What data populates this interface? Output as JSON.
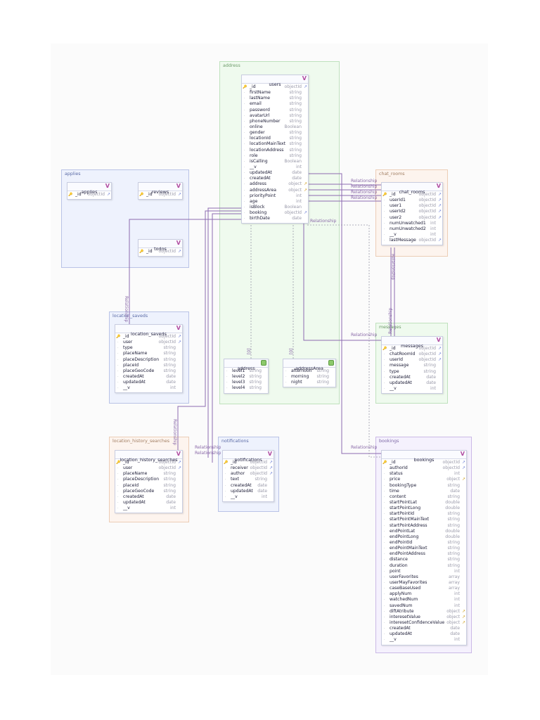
{
  "groups": {
    "address": "address",
    "applies": "applies",
    "chat_rooms": "chat_rooms",
    "location_saveds": "location_saveds",
    "messages": "messages",
    "location_history_searches": "location_history_searches",
    "notifications": "notifications",
    "bookings": "bookings"
  },
  "relationship_label": "Relationship",
  "array_label": "[0]",
  "entities": {
    "users": {
      "title": "users",
      "fields": [
        {
          "name": "_id",
          "type": "objectId"
        },
        {
          "name": "firstName",
          "type": "string"
        },
        {
          "name": "lastName",
          "type": "string"
        },
        {
          "name": "email",
          "type": "string"
        },
        {
          "name": "password",
          "type": "string"
        },
        {
          "name": "avatarUrl",
          "type": "string"
        },
        {
          "name": "phoneNumber",
          "type": "string"
        },
        {
          "name": "online",
          "type": "Boolean"
        },
        {
          "name": "gender",
          "type": "string"
        },
        {
          "name": "locationId",
          "type": "string"
        },
        {
          "name": "locationMainText",
          "type": "string"
        },
        {
          "name": "locationAddress",
          "type": "string"
        },
        {
          "name": "role",
          "type": "string"
        },
        {
          "name": "isCalling",
          "type": "Boolean"
        },
        {
          "name": "__v",
          "type": "int"
        },
        {
          "name": "updatedAt",
          "type": "date"
        },
        {
          "name": "createdAt",
          "type": "date"
        },
        {
          "name": "address",
          "type": "object"
        },
        {
          "name": "addressArea",
          "type": "object"
        },
        {
          "name": "priorityPoint",
          "type": "int"
        },
        {
          "name": "age",
          "type": "int"
        },
        {
          "name": "isBlock",
          "type": "Boolean"
        },
        {
          "name": "booking",
          "type": "objectId"
        },
        {
          "name": "birthDate",
          "type": "date"
        }
      ]
    },
    "applies": {
      "title": "applies",
      "fields": [
        {
          "name": "_id",
          "type": "objectId"
        }
      ]
    },
    "reviews": {
      "title": "reviews",
      "fields": [
        {
          "name": "_id",
          "type": "objectId"
        }
      ]
    },
    "todos": {
      "title": "todos",
      "fields": [
        {
          "name": "_id",
          "type": "objectId"
        }
      ]
    },
    "chat_rooms": {
      "title": "chat_rooms",
      "fields": [
        {
          "name": "_id",
          "type": "objectId"
        },
        {
          "name": "userId1",
          "type": "objectId"
        },
        {
          "name": "user1",
          "type": "objectId"
        },
        {
          "name": "userId2",
          "type": "objectId"
        },
        {
          "name": "user2",
          "type": "objectId"
        },
        {
          "name": "numUnwatched1",
          "type": "int"
        },
        {
          "name": "numUnwatched2",
          "type": "int"
        },
        {
          "name": "__v",
          "type": "int"
        },
        {
          "name": "lastMessage",
          "type": "objectId"
        }
      ]
    },
    "location_saveds": {
      "title": "location_saveds",
      "fields": [
        {
          "name": "_id",
          "type": "objectId"
        },
        {
          "name": "user",
          "type": "objectId"
        },
        {
          "name": "type",
          "type": "string"
        },
        {
          "name": "placeName",
          "type": "string"
        },
        {
          "name": "placeDescription",
          "type": "string"
        },
        {
          "name": "placeId",
          "type": "string"
        },
        {
          "name": "placeGeoCode",
          "type": "string"
        },
        {
          "name": "createdAt",
          "type": "date"
        },
        {
          "name": "updatedAt",
          "type": "date"
        },
        {
          "name": "__v",
          "type": "int"
        }
      ]
    },
    "address": {
      "title": "address",
      "fields": [
        {
          "name": "level1",
          "type": "string"
        },
        {
          "name": "level2",
          "type": "string"
        },
        {
          "name": "level3",
          "type": "string"
        },
        {
          "name": "level4",
          "type": "string"
        }
      ]
    },
    "addressArea": {
      "title": "addressArea",
      "fields": [
        {
          "name": "afternoon",
          "type": "string"
        },
        {
          "name": "morning",
          "type": "string"
        },
        {
          "name": "night",
          "type": "string"
        }
      ]
    },
    "messages": {
      "title": "messages",
      "fields": [
        {
          "name": "_id",
          "type": "objectId"
        },
        {
          "name": "chatRoomId",
          "type": "objectId"
        },
        {
          "name": "userId",
          "type": "objectId"
        },
        {
          "name": "message",
          "type": "string"
        },
        {
          "name": "type",
          "type": "string"
        },
        {
          "name": "createdAt",
          "type": "date"
        },
        {
          "name": "updatedAt",
          "type": "date"
        },
        {
          "name": "__v",
          "type": "int"
        }
      ]
    },
    "location_history_searches": {
      "title": "location_history_searches",
      "fields": [
        {
          "name": "_id",
          "type": "objectId"
        },
        {
          "name": "user",
          "type": "objectId"
        },
        {
          "name": "placeName",
          "type": "string"
        },
        {
          "name": "placeDescription",
          "type": "string"
        },
        {
          "name": "placeId",
          "type": "string"
        },
        {
          "name": "placeGeoCode",
          "type": "string"
        },
        {
          "name": "createdAt",
          "type": "date"
        },
        {
          "name": "updatedAt",
          "type": "date"
        },
        {
          "name": "__v",
          "type": "int"
        }
      ]
    },
    "notifications": {
      "title": "notifications",
      "fields": [
        {
          "name": "_id",
          "type": "objectId"
        },
        {
          "name": "receiver",
          "type": "objectId"
        },
        {
          "name": "author",
          "type": "objectId"
        },
        {
          "name": "text",
          "type": "string"
        },
        {
          "name": "createdAt",
          "type": "date"
        },
        {
          "name": "updatedAt",
          "type": "date"
        },
        {
          "name": "__v",
          "type": "int"
        }
      ]
    },
    "bookings": {
      "title": "bookings",
      "fields": [
        {
          "name": "_id",
          "type": "objectId"
        },
        {
          "name": "authorId",
          "type": "objectId"
        },
        {
          "name": "status",
          "type": "int"
        },
        {
          "name": "price",
          "type": "object"
        },
        {
          "name": "bookingType",
          "type": "string"
        },
        {
          "name": "time",
          "type": "date"
        },
        {
          "name": "content",
          "type": "string"
        },
        {
          "name": "startPointLat",
          "type": "double"
        },
        {
          "name": "startPointLong",
          "type": "double"
        },
        {
          "name": "startPointId",
          "type": "string"
        },
        {
          "name": "startPointMainText",
          "type": "string"
        },
        {
          "name": "startPointAddress",
          "type": "string"
        },
        {
          "name": "endPointLat",
          "type": "double"
        },
        {
          "name": "endPointLong",
          "type": "double"
        },
        {
          "name": "endPointId",
          "type": "string"
        },
        {
          "name": "endPointMainText",
          "type": "string"
        },
        {
          "name": "endPointAddress",
          "type": "string"
        },
        {
          "name": "distance",
          "type": "string"
        },
        {
          "name": "duration",
          "type": "string"
        },
        {
          "name": "point",
          "type": "int"
        },
        {
          "name": "userFavorites",
          "type": "array"
        },
        {
          "name": "userMayFavorites",
          "type": "array"
        },
        {
          "name": "caseBaseUsed",
          "type": "array"
        },
        {
          "name": "applyNum",
          "type": "int"
        },
        {
          "name": "watchedNum",
          "type": "int"
        },
        {
          "name": "savedNum",
          "type": "int"
        },
        {
          "name": "diftAtribute",
          "type": "object"
        },
        {
          "name": "interesetValue",
          "type": "object"
        },
        {
          "name": "interesetConfidenceValue",
          "type": "object"
        },
        {
          "name": "createdAt",
          "type": "date"
        },
        {
          "name": "updatedAt",
          "type": "date"
        },
        {
          "name": "__v",
          "type": "int"
        }
      ]
    }
  }
}
